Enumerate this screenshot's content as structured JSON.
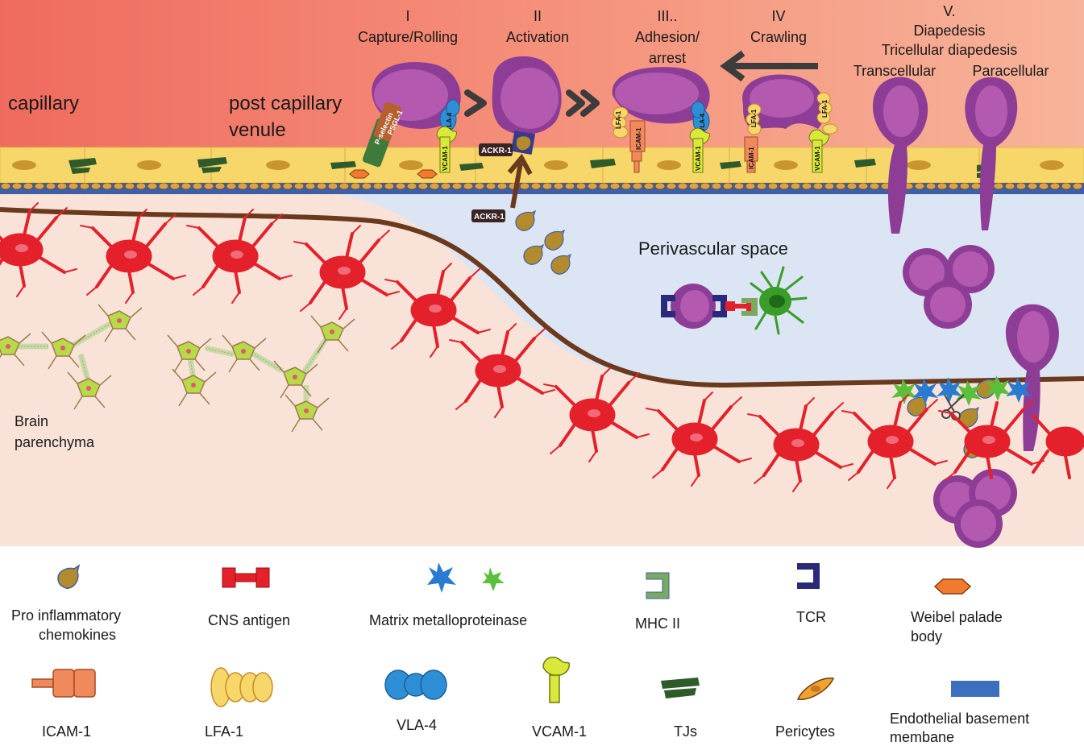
{
  "steps": [
    {
      "numeral": "I",
      "label": "Capture/Rolling"
    },
    {
      "numeral": "II",
      "label": "Activation"
    },
    {
      "numeral": "III..",
      "label": "Adhesion/",
      "label2": "arrest"
    },
    {
      "numeral": "IV",
      "label": "Crawling"
    },
    {
      "numeral": "V.",
      "label": "Diapedesis",
      "label2": "Tricellular diapedesis"
    }
  ],
  "diapedesis_types": {
    "left": "Transcellular",
    "right": "Paracellular"
  },
  "regions": {
    "capillary": "capillary",
    "venule_line1": "post capillary",
    "venule_line2": "venule",
    "perivascular": "Perivascular space",
    "brain_line1": "Brain",
    "brain_line2": "parenchyma"
  },
  "molecule_labels": {
    "psgl1": "PSGL-1",
    "pselectin": "P-selectin",
    "vla4": "VLA-4",
    "vcam1": "VCAM-1",
    "ackr1": "ACKR-1",
    "lfa1": "LFA-1",
    "icam1": "ICAM-1"
  },
  "legend": [
    {
      "icon": "chemokine-icon",
      "label": "Pro inflammatory",
      "label2": "chemokines"
    },
    {
      "icon": "cns-antigen-icon",
      "label": "CNS antigen"
    },
    {
      "icon": "mmp-icon",
      "label": "Matrix metalloproteinase"
    },
    {
      "icon": "mhc-ii-icon",
      "label": "MHC II"
    },
    {
      "icon": "tcr-icon",
      "label": "TCR"
    },
    {
      "icon": "weibel-palade-icon",
      "label": "Weibel palade",
      "label2": "body"
    },
    {
      "icon": "icam-icon",
      "label": "ICAM-1"
    },
    {
      "icon": "lfa-icon",
      "label": "LFA-1"
    },
    {
      "icon": "vla-icon",
      "label": "VLA-4"
    },
    {
      "icon": "vcam-icon",
      "label": "VCAM-1"
    },
    {
      "icon": "tj-icon",
      "label": "TJs"
    },
    {
      "icon": "pericyte-icon",
      "label": "Pericytes"
    },
    {
      "icon": "basement-membrane-icon",
      "label": "Endothelial basement",
      "label2": "membane"
    }
  ],
  "colors": {
    "leukocyte": "#8e3d96",
    "leukocyte_nucleus": "#b35ab0",
    "endothelium": "#f7d76a",
    "astrocyte": "#e4202a",
    "perivascular": "#dbe5f4",
    "parenchyma": "#f9e3d8",
    "chemokine": "#b38b2c",
    "pia": "#6b3a1d"
  }
}
